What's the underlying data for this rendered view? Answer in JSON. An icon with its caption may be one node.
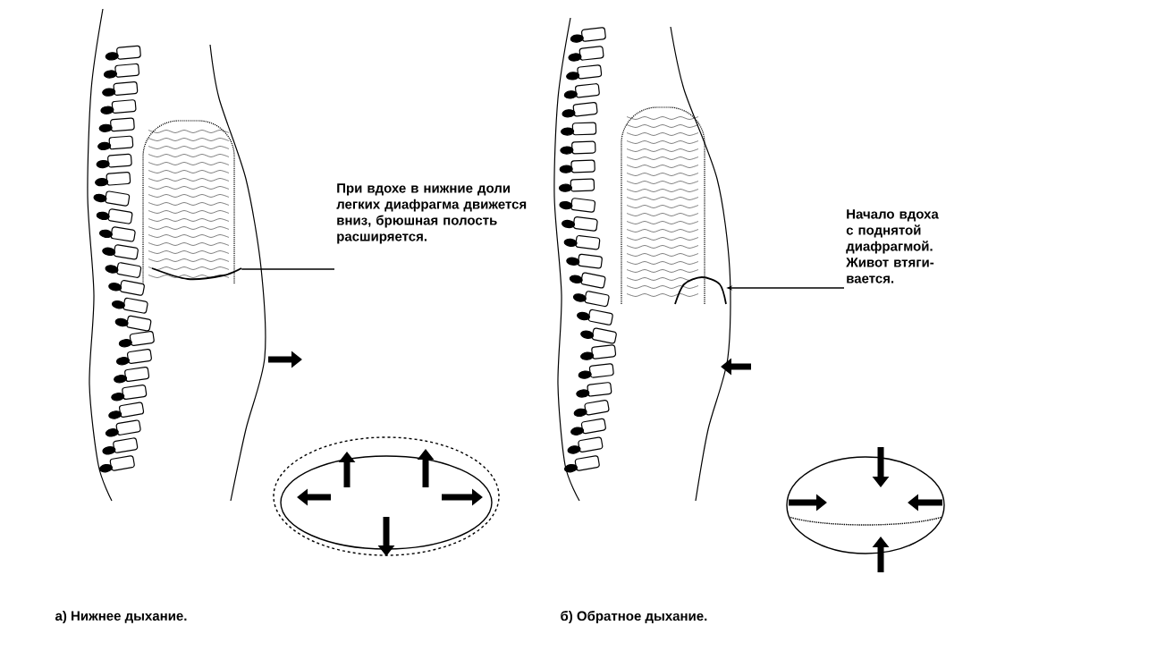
{
  "diagram": {
    "nodes": [
      {
        "text": [
          "При вдохе в нижние доли легких диафрагма движется вниз, брюшная полость расширяется."
        ]
      },
      {
        "text": [
          "Начало вдоха с поднятой диафрагмой. Живот втяги-вается."
        ]
      },
      {
        "text": [],
        "shape": "arc"
      },
      {
        "text": [],
        "shape": "arc"
      }
    ],
    "edges": [
      {
        "from": 0,
        "to": 2,
        "arrow": "none"
      },
      {
        "from": 1,
        "to": 3,
        "arrow": "to"
      }
    ],
    "labels": [
      "а) Нижнее дыхание.",
      "б) Обратное дыхание."
    ]
  }
}
